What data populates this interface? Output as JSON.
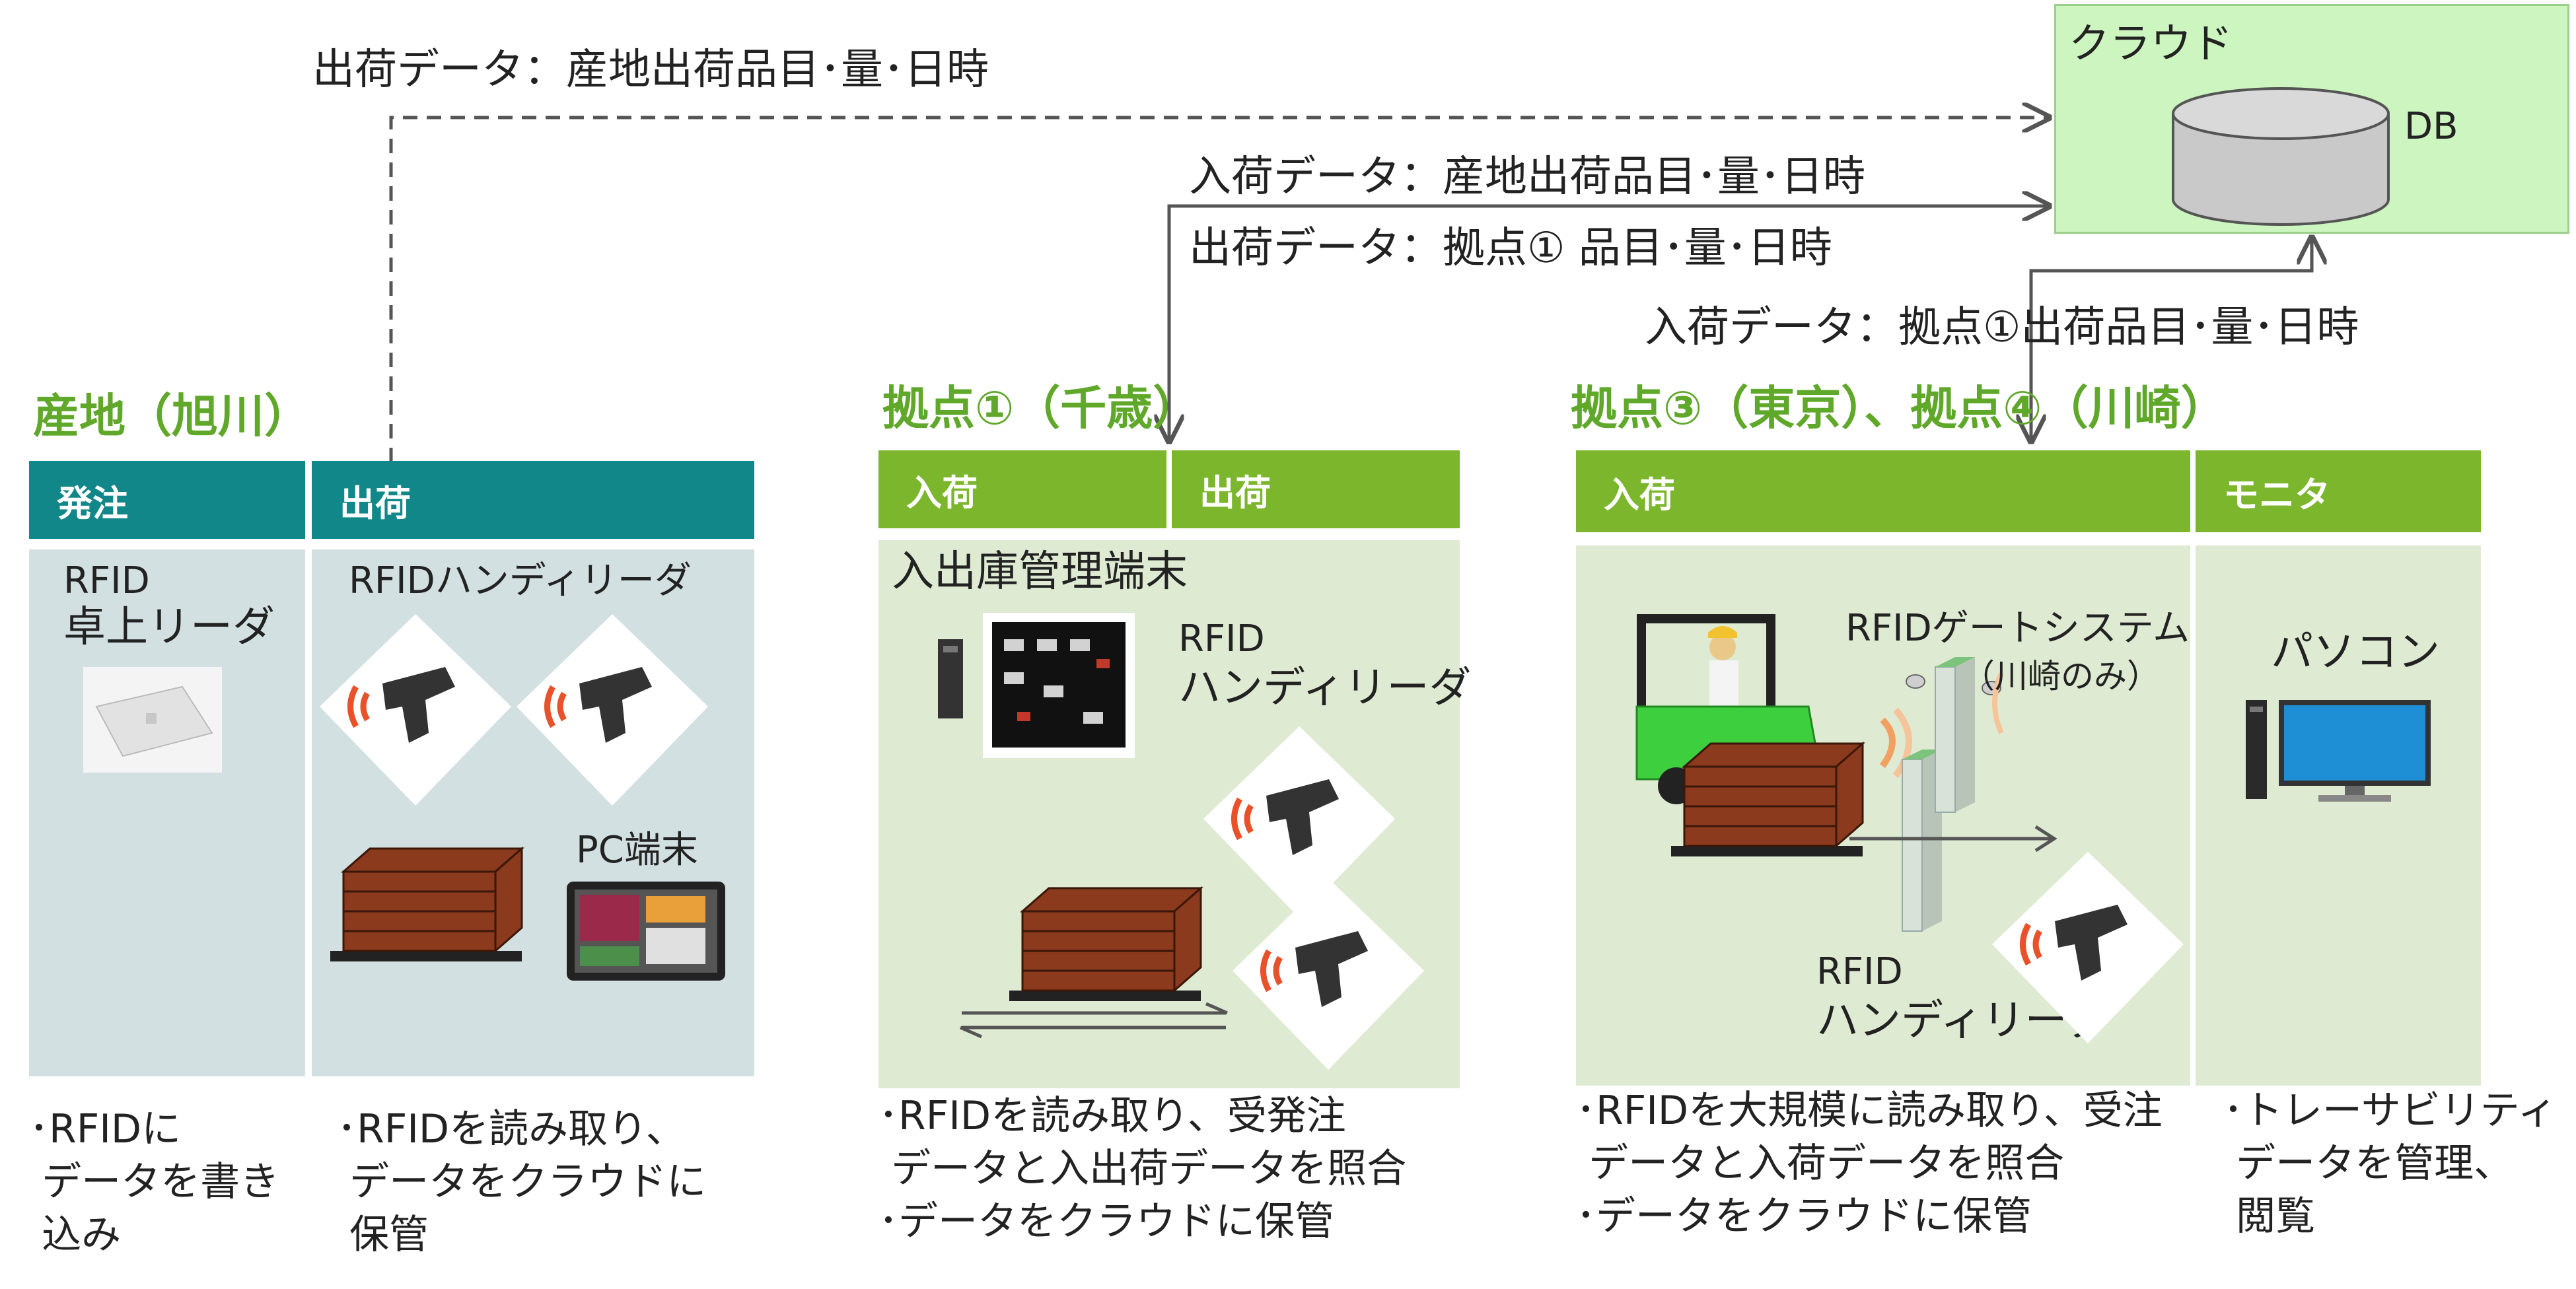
{
  "cloud": {
    "title": "クラウド",
    "db_label": "DB",
    "fill": "#ccf5bf"
  },
  "flows": {
    "origin_ship": "出荷データ：産地出荷品目･量･日時",
    "chitose_in": "入荷データ：産地出荷品目･量･日時",
    "chitose_out": "出荷データ：拠点① 品目･量･日時",
    "tokyo_in": "入荷データ：拠点①出荷品目･量･日時"
  },
  "origin": {
    "title": "産地（旭川）",
    "header_color": "#128789",
    "body_color": "#d3e0e1",
    "col1_head": "発注",
    "col2_head": "出荷",
    "reader_label_1": "RFID",
    "reader_label_2": "卓上リーダ",
    "handy_label": "RFIDハンディリーダ",
    "pc_label": "PC端末",
    "note1": "･RFIDに\n データを書き\n 込み",
    "note2": "･RFIDを読み取り、\n データをクラウドに\n 保管"
  },
  "chitose": {
    "title": "拠点①（千歳）",
    "header_color": "#7bb62c",
    "body_color": "#dfead2",
    "col1_head": "入荷",
    "col2_head": "出荷",
    "terminal_label": "入出庫管理端末",
    "handy_label_1": "RFID",
    "handy_label_2": "ハンディリーダ",
    "note": "･RFIDを読み取り、受発注\n データと入出荷データを照合\n･データをクラウドに保管"
  },
  "tokyo": {
    "title": "拠点③（東京）、拠点④（川崎）",
    "header_color": "#7bb62c",
    "body_color": "#dfead2",
    "col1_head": "入荷",
    "col2_head": "モニタ",
    "gate_label": "RFIDゲートシステム",
    "gate_note": "（川崎のみ）",
    "handy_label_1": "RFID",
    "handy_label_2": "ハンディリーダ",
    "pc_label": "パソコン",
    "note1": "･RFIDを大規模に読み取り、受注\n データと入荷データを照合\n･データをクラウドに保管",
    "note2": "･トレーサビリティ\n データを管理、\n 閲覧"
  }
}
